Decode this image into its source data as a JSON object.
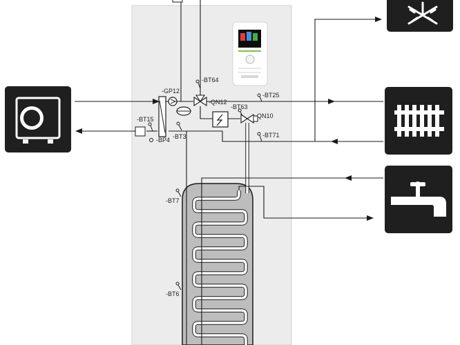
{
  "labels": {
    "gp12": "-GP12",
    "bt64": "-BT64",
    "qn12": "-QN12",
    "bt25": "-BT25",
    "bt63": "-BT63",
    "qn10": "-QN10",
    "bt15": "-BT15",
    "bt3": "-BT3",
    "bp4": "-BP4",
    "bt71": "-BT71",
    "bt7": "-BT7",
    "bt6": "-BT6"
  },
  "icons": {
    "outdoor_unit": "outdoor-heat-pump-icon",
    "cooling": "snowflake-icon",
    "heating": "radiator-icon",
    "hot_water": "water-tap-icon"
  },
  "colors": {
    "icon_box": "#1f1f1f",
    "cabinet": "#ececec",
    "tank_fill": "#bdbdbd",
    "line": "#1a1a1a",
    "display_green": "#7ac043"
  }
}
